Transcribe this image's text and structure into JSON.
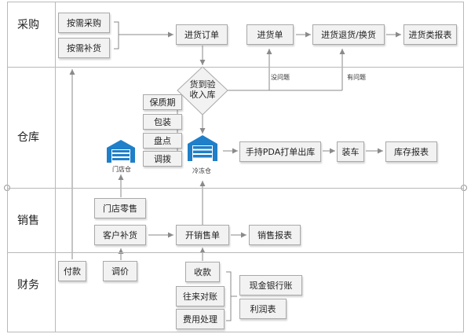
{
  "lanes": {
    "purchase": "采购",
    "warehouse": "仓库",
    "sales": "销售",
    "finance": "财务"
  },
  "nodes": {
    "on_demand_purchase": "按需采购",
    "on_demand_restock": "按需补货",
    "purchase_order": "进货订单",
    "inbound_order": "进货单",
    "return_exchange": "进货退货/换货",
    "purchase_reports": "进货类报表",
    "receive_check_line1": "货到验",
    "receive_check_line2": "收入库",
    "shelf_life": "保质期",
    "packaging": "包装",
    "stocktake": "盘点",
    "transfer": "调拨",
    "store_warehouse": "门店仓",
    "cold_warehouse": "冷冻仓",
    "pda_outbound": "手持PDA打单出库",
    "loading": "装车",
    "inventory_report": "库存报表",
    "store_retail": "门店零售",
    "customer_restock": "客户补货",
    "sales_order": "开销售单",
    "sales_report": "销售报表",
    "payment": "付款",
    "price_adjust": "调价",
    "collection": "收款",
    "reconciliation": "往来对账",
    "expense": "费用处理",
    "cash_bank": "现金银行账",
    "profit_statement": "利润表"
  },
  "edge_labels": {
    "no_problem": "没问题",
    "has_problem": "有问题"
  },
  "colors": {
    "border": "#b9b9b9",
    "box_fill": "#f2f2f2",
    "box_border": "#a9a9a9",
    "arrow": "#8a8a8a",
    "warehouse_icon": "#1f7fc9"
  },
  "icons": {
    "store_warehouse": "warehouse-icon",
    "cold_warehouse": "warehouse-icon"
  }
}
